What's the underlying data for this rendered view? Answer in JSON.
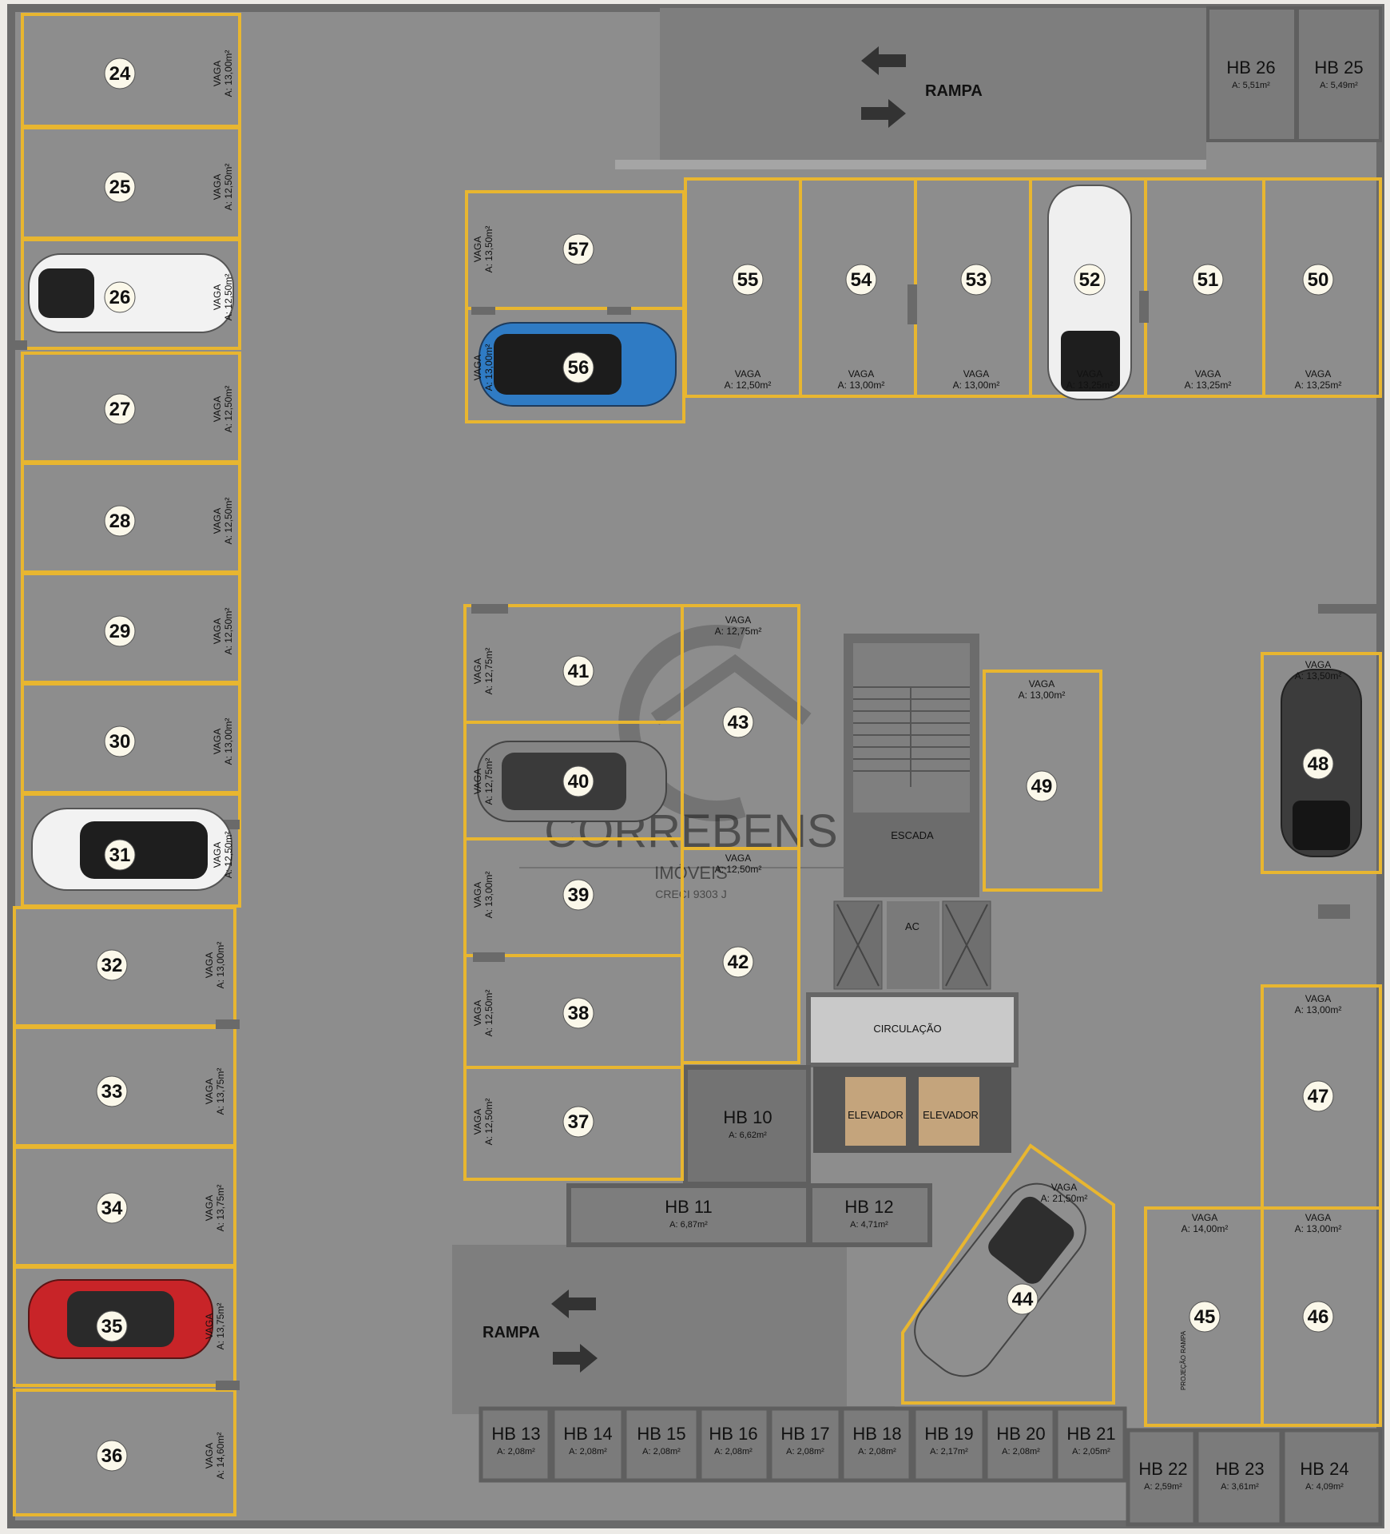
{
  "colors": {
    "floor": "#8c8c8c",
    "wall": "#6f6f6f",
    "stripe": "#e8b630",
    "storage": "#7a7a7a",
    "badge": "#fbf8ea",
    "outer": "#eceae6"
  },
  "ramps": [
    {
      "id": "top",
      "label": "RAMPA"
    },
    {
      "id": "bottom",
      "label": "RAMPA"
    }
  ],
  "rooms": {
    "escada": "ESCADA",
    "ac": "AC",
    "circulacao": "CIRCULAÇÃO",
    "elevador_1": "ELEVADOR",
    "elevador_2": "ELEVADOR",
    "projecao": "PROJEÇÃO RAMPA"
  },
  "watermark": {
    "brand": "CORREBENS",
    "sub": "IMÓVEIS",
    "creci": "CRECI 9303 J"
  },
  "spaces": [
    {
      "n": "24",
      "label": "VAGA",
      "area": "A: 13,00m²"
    },
    {
      "n": "25",
      "label": "VAGA",
      "area": "A: 12,50m²"
    },
    {
      "n": "26",
      "label": "VAGA",
      "area": "A: 12,50m²"
    },
    {
      "n": "27",
      "label": "VAGA",
      "area": "A: 12,50m²"
    },
    {
      "n": "28",
      "label": "VAGA",
      "area": "A: 12,50m²"
    },
    {
      "n": "29",
      "label": "VAGA",
      "area": "A: 12,50m²"
    },
    {
      "n": "30",
      "label": "VAGA",
      "area": "A: 13,00m²"
    },
    {
      "n": "31",
      "label": "VAGA",
      "area": "A: 12,50m²"
    },
    {
      "n": "32",
      "label": "VAGA",
      "area": "A: 13,00m²"
    },
    {
      "n": "33",
      "label": "VAGA",
      "area": "A: 13,75m²"
    },
    {
      "n": "34",
      "label": "VAGA",
      "area": "A: 13,75m²"
    },
    {
      "n": "35",
      "label": "VAGA",
      "area": "A: 13,75m²"
    },
    {
      "n": "36",
      "label": "VAGA",
      "area": "A: 14,60m²"
    },
    {
      "n": "57",
      "label": "VAGA",
      "area": "A: 13,50m²"
    },
    {
      "n": "56",
      "label": "VAGA",
      "area": "A: 13,00m²"
    },
    {
      "n": "55",
      "label": "VAGA",
      "area": "A: 12,50m²"
    },
    {
      "n": "54",
      "label": "VAGA",
      "area": "A: 13,00m²"
    },
    {
      "n": "53",
      "label": "VAGA",
      "area": "A: 13,00m²"
    },
    {
      "n": "52",
      "label": "VAGA",
      "area": "A: 13,25m²"
    },
    {
      "n": "51",
      "label": "VAGA",
      "area": "A: 13,25m²"
    },
    {
      "n": "50",
      "label": "VAGA",
      "area": "A: 13,25m²"
    },
    {
      "n": "41",
      "label": "VAGA",
      "area": "A: 12,75m²"
    },
    {
      "n": "40",
      "label": "VAGA",
      "area": "A: 12,75m²"
    },
    {
      "n": "39",
      "label": "VAGA",
      "area": "A: 13,00m²"
    },
    {
      "n": "38",
      "label": "VAGA",
      "area": "A: 12,50m²"
    },
    {
      "n": "37",
      "label": "VAGA",
      "area": "A: 12,50m²"
    },
    {
      "n": "43",
      "label": "VAGA",
      "area": "A: 12,75m²"
    },
    {
      "n": "42",
      "label": "VAGA",
      "area": "A: 12,50m²"
    },
    {
      "n": "49",
      "label": "VAGA",
      "area": "A: 13,00m²"
    },
    {
      "n": "48",
      "label": "VAGA",
      "area": "A: 13,50m²"
    },
    {
      "n": "47",
      "label": "VAGA",
      "area": "A: 13,00m²"
    },
    {
      "n": "46",
      "label": "VAGA",
      "area": "A: 13,00m²"
    },
    {
      "n": "45",
      "label": "VAGA",
      "area": "A: 14,00m²"
    },
    {
      "n": "44",
      "label": "VAGA",
      "area": "A: 21,50m²"
    }
  ],
  "storage": [
    {
      "name": "HB 26",
      "area": "A: 5,51m²"
    },
    {
      "name": "HB 25",
      "area": "A: 5,49m²"
    },
    {
      "name": "HB 10",
      "area": "A: 6,62m²"
    },
    {
      "name": "HB 11",
      "area": "A: 6,87m²"
    },
    {
      "name": "HB 12",
      "area": "A: 4,71m²"
    },
    {
      "name": "HB 13",
      "area": "A: 2,08m²"
    },
    {
      "name": "HB 14",
      "area": "A: 2,08m²"
    },
    {
      "name": "HB 15",
      "area": "A: 2,08m²"
    },
    {
      "name": "HB 16",
      "area": "A: 2,08m²"
    },
    {
      "name": "HB 17",
      "area": "A: 2,08m²"
    },
    {
      "name": "HB 18",
      "area": "A: 2,08m²"
    },
    {
      "name": "HB 19",
      "area": "A: 2,17m²"
    },
    {
      "name": "HB 20",
      "area": "A: 2,08m²"
    },
    {
      "name": "HB 21",
      "area": "A: 2,05m²"
    },
    {
      "name": "HB 22",
      "area": "A: 2,59m²"
    },
    {
      "name": "HB 23",
      "area": "A: 3,61m²"
    },
    {
      "name": "HB 24",
      "area": "A: 4,09m²"
    }
  ]
}
